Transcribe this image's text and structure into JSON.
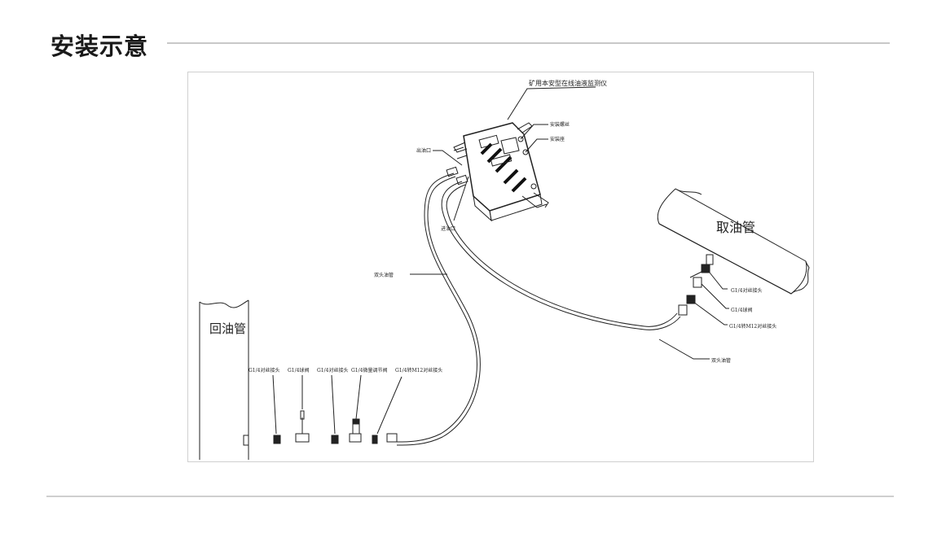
{
  "section": {
    "title": "安装示意"
  },
  "diagram": {
    "device_label": "矿用本安型在线油液监测仪",
    "mount_screw_label": "安装螺丝",
    "mount_plate_label": "安装座",
    "outlet_label": "出油口",
    "inlet_label": "进油口",
    "hose_label_left": "双头油管",
    "hose_label_right": "双头油管",
    "intake_pipe_label": "取油管",
    "return_pipe_label": "回油管",
    "right_fitting_1": "G1/4对丝接头",
    "right_fitting_2": "G1/4球阀",
    "right_fitting_3": "G1/4转M12对丝接头",
    "bottom_fitting_1": "G1/4对丝接头",
    "bottom_fitting_2": "G1/4球阀",
    "bottom_fitting_3": "G1/4对丝接头",
    "bottom_fitting_4": "G1/4微量调节阀",
    "bottom_fitting_5": "G1/4转M12对丝接头"
  }
}
